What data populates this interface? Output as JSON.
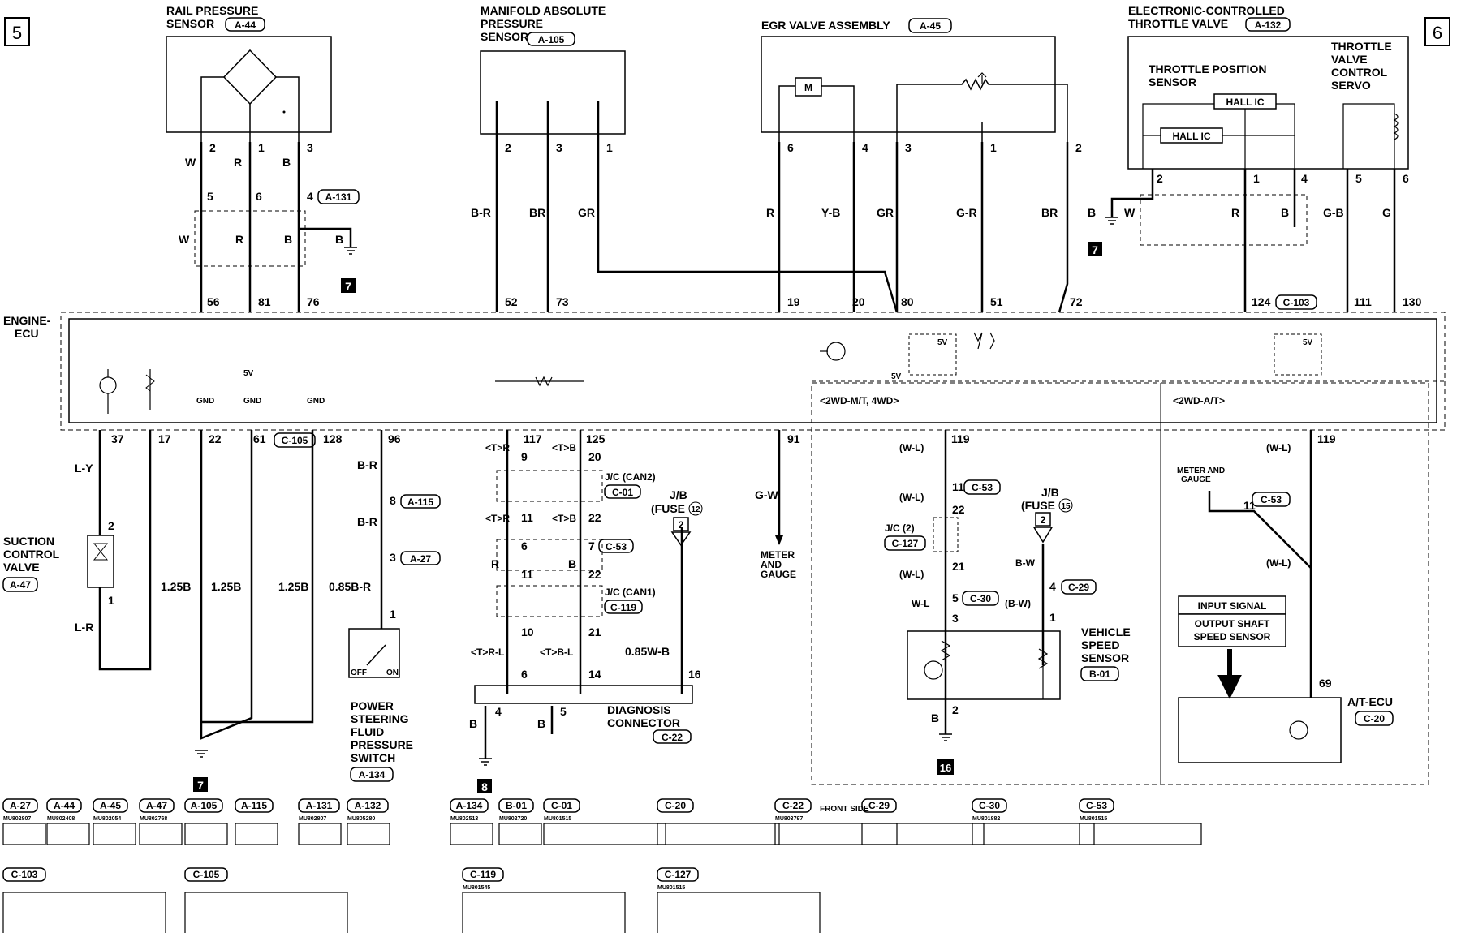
{
  "page": {
    "left_page": "5",
    "right_page": "6"
  },
  "components": {
    "rail_pressure_sensor": {
      "title_line1": "RAIL PRESSURE",
      "title_line2": "SENSOR",
      "code": "A-44"
    },
    "map_sensor": {
      "title_line1": "MANIFOLD ABSOLUTE",
      "title_line2": "PRESSURE",
      "title_line3": "SENSOR",
      "code": "A-105"
    },
    "egr_valve": {
      "title": "EGR VALVE ASSEMBLY",
      "code": "A-45"
    },
    "throttle_valve": {
      "title_line1": "ELECTRONIC-CONTROLLED",
      "title_line2": "THROTTLE VALVE",
      "code": "A-132"
    },
    "throttle_position_sensor": {
      "line1": "THROTTLE POSITION",
      "line2": "SENSOR"
    },
    "throttle_servo": {
      "line1": "THROTTLE",
      "line2": "VALVE",
      "line3": "CONTROL",
      "line4": "SERVO"
    },
    "hall_ic_1": "HALL IC",
    "hall_ic_2": "HALL IC",
    "engine_ecu": {
      "line1": "ENGINE-",
      "line2": "ECU"
    },
    "suction_valve": {
      "line1": "SUCTION",
      "line2": "CONTROL",
      "line3": "VALVE",
      "code": "A-47"
    },
    "ps_switch": {
      "line1": "POWER",
      "line2": "STEERING",
      "line3": "FLUID",
      "line4": "PRESSURE",
      "line5": "SWITCH",
      "code": "A-134",
      "off": "OFF",
      "on": "ON"
    },
    "diag_connector": {
      "line1": "DIAGNOSIS",
      "line2": "CONNECTOR",
      "code": "C-22"
    },
    "vss": {
      "line1": "VEHICLE",
      "line2": "SPEED",
      "line3": "SENSOR",
      "code": "B-01"
    },
    "at_ecu": {
      "title": "A/T-ECU",
      "code": "C-20"
    },
    "input_signal": "INPUT SIGNAL",
    "output_shaft_line1": "OUTPUT SHAFT",
    "output_shaft_line2": "SPEED SENSOR",
    "meter_gauge_1": {
      "line1": "METER",
      "line2": "AND",
      "line3": "GAUGE"
    },
    "meter_gauge_2": {
      "line1": "METER AND",
      "line2": "GAUGE"
    },
    "mt_label": "<2WD-M/T, 4WD>",
    "at_label": "<2WD-A/T>",
    "jb_fuse12": {
      "line1": "J/B",
      "line2": "(FUSE",
      "num": "12",
      "pin": "2"
    },
    "jb_fuse15": {
      "line1": "J/B",
      "line2": "(FUSE",
      "num": "15",
      "pin": "2"
    },
    "jc_can2": {
      "text": "J/C (CAN2)",
      "code": "C-01"
    },
    "jc_can1": {
      "text": "J/C (CAN1)",
      "code": "C-119"
    },
    "jc2": {
      "text": "J/C (2)",
      "code": "C-127"
    },
    "front_side": {
      "line1": "FRONT",
      "line2": "SIDE"
    }
  },
  "connector_refs": {
    "a131": "A-131",
    "a115": "A-115",
    "a27": "A-27",
    "c105": "C-105",
    "c53a": "C-53",
    "c53b": "C-53",
    "c53c": "C-53",
    "c30": "C-30",
    "c29": "C-29",
    "c103": "C-103"
  },
  "ground_points": {
    "g7a": "7",
    "g7b": "7",
    "g7c": "7",
    "g8": "8",
    "g16": "16"
  },
  "wire_colors": {
    "w": "W",
    "r": "R",
    "b": "B",
    "br_r": "B-R",
    "br": "BR",
    "gr": "GR",
    "r2": "R",
    "yb": "Y-B",
    "gr2": "GR",
    "gr_r": "G-R",
    "br2": "BR",
    "b_tv": "B",
    "w_tv": "W",
    "r_tv": "R",
    "b_tv2": "B",
    "gb": "G-B",
    "g": "G",
    "ly": "L-Y",
    "lr": "L-R",
    "b125a": "1.25B",
    "b125b": "1.25B",
    "b125c": "1.25B",
    "b085": "0.85B-R",
    "br_ps": "B-R",
    "br_ps2": "B-R",
    "gw": "G-W",
    "tr1": "<T>R",
    "tb1": "<T>B",
    "tr2": "<T>R",
    "tb2": "<T>B",
    "r_can": "R",
    "b_can": "B",
    "trl": "<T>R-L",
    "tbl": "<T>B-L",
    "w085": "0.85W-B",
    "wl1": "(W-L)",
    "wl2": "(W-L)",
    "wl3": "(W-L)",
    "wl_s": "W-L",
    "bw_p": "(B-W)",
    "bw": "B-W",
    "b_vss": "B",
    "wl_at1": "(W-L)",
    "wl_at2": "(W-L)",
    "b_dc1": "B",
    "b_dc2": "B"
  },
  "pins": {
    "rp2": "2",
    "rp1": "1",
    "rp3": "3",
    "j5": "5",
    "j6": "6",
    "j4": "4",
    "m2": "2",
    "m3": "3",
    "m1": "1",
    "e6": "6",
    "e4": "4",
    "e3": "3",
    "e1": "1",
    "e2": "2",
    "t2": "2",
    "t1": "1",
    "t4": "4",
    "t5": "5",
    "t6": "6",
    "ecu56": "56",
    "ecu81": "81",
    "ecu76": "76",
    "ecu52": "52",
    "ecu73": "73",
    "ecu19": "19",
    "ecu20": "20",
    "ecu80": "80",
    "ecu51": "51",
    "ecu72": "72",
    "ecu124": "124",
    "ecu111": "111",
    "ecu130": "130",
    "ecu37": "37",
    "ecu17": "17",
    "ecu22": "22",
    "ecu61": "61",
    "ecu128": "128",
    "ecu96": "96",
    "ecu117": "117",
    "ecu125": "125",
    "ecu91": "91",
    "ecu119a": "119",
    "ecu119b": "119",
    "sv2": "2",
    "sv1": "1",
    "ps8": "8",
    "ps3": "3",
    "ps1": "1",
    "c9": "9",
    "c20": "20",
    "c11": "11",
    "c22": "22",
    "c6": "6",
    "c7": "7",
    "c11b": "11",
    "c22b": "22",
    "c10": "10",
    "c21": "21",
    "d6": "6",
    "d14": "14",
    "d16": "16",
    "d4": "4",
    "d5": "5",
    "v11": "11",
    "v22": "22",
    "v21": "21",
    "v5": "5",
    "v3": "3",
    "v4": "4",
    "v1": "1",
    "v2": "2",
    "a11": "11",
    "a69": "69"
  },
  "ecu_internal": {
    "gnd1": "GND",
    "gnd2": "GND",
    "gnd3": "GND",
    "v5a": "5V",
    "v5b": "5V",
    "v5c": "5V",
    "v5d": "5V"
  },
  "legend": {
    "items": [
      {
        "code": "A-27",
        "part": "MU802807"
      },
      {
        "code": "A-44",
        "part": "MU802408"
      },
      {
        "code": "A-45",
        "part": "MU802054"
      },
      {
        "code": "A-47",
        "part": "MU802768"
      },
      {
        "code": "A-105",
        "part": ""
      },
      {
        "code": "A-115",
        "part": ""
      },
      {
        "code": "A-131",
        "part": "MU802807"
      },
      {
        "code": "A-132",
        "part": "MU805280"
      },
      {
        "code": "A-134",
        "part": "MU802513"
      },
      {
        "code": "B-01",
        "part": "MU802720"
      },
      {
        "code": "C-01",
        "part": "MU801515"
      },
      {
        "code": "C-20",
        "part": ""
      },
      {
        "code": "C-22",
        "part": "MU803797"
      },
      {
        "code": "C-29",
        "part": ""
      },
      {
        "code": "C-30",
        "part": "MU801882"
      },
      {
        "code": "C-53",
        "part": "MU801515"
      },
      {
        "code": "C-103",
        "part": ""
      },
      {
        "code": "C-105",
        "part": ""
      },
      {
        "code": "C-119",
        "part": "MU801545"
      },
      {
        "code": "C-127",
        "part": "MU801515"
      }
    ],
    "front_side": "FRONT SIDE"
  }
}
